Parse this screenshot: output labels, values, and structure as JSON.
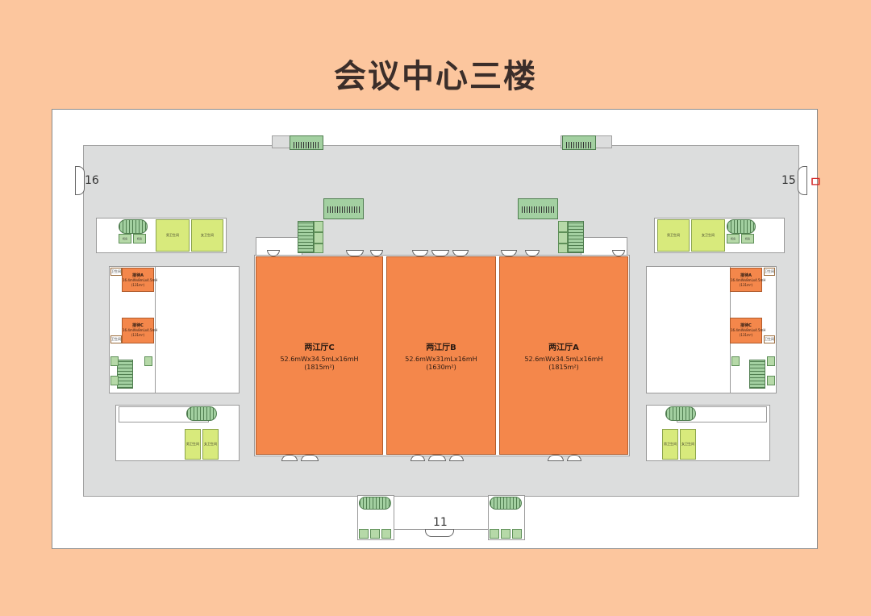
{
  "page": {
    "title": "会议中心三楼"
  },
  "halls": [
    {
      "name": "两江厅C",
      "dims": "52.6mWx34.5mLx16mH",
      "area": "(1815m²)"
    },
    {
      "name": "两江厅B",
      "dims": "52.6mWx31mLx16mH",
      "area": "(1630m²)"
    },
    {
      "name": "两江厅A",
      "dims": "52.6mWx34.5mLx16mH",
      "area": "(1815m²)"
    }
  ],
  "small_rooms": {
    "left_a": {
      "name": "接待A",
      "dims": "16.4mWx8mLx4.5mH",
      "area": "(131m²)"
    },
    "left_c": {
      "name": "接待C",
      "dims": "16.4mWx8mLx4.5mH",
      "area": "(131m²)"
    },
    "right_a": {
      "name": "接待A",
      "dims": "16.4mWx8mLx4.5mH",
      "area": "(131m²)"
    },
    "right_c": {
      "name": "接待C",
      "dims": "16.4mWx8mLx4.5mH",
      "area": "(131m²)"
    }
  },
  "labels": {
    "toilet_m": "男卫生间",
    "toilet_f": "女卫生间",
    "storage": "储藏室",
    "small_cell": "机房",
    "tag": "卫生间"
  },
  "markers": {
    "left": "16",
    "right": "15",
    "bottom": "11",
    "edge_char": "ㅁ"
  },
  "colors": {
    "background": "#fcc69e",
    "hall": "#f4874b",
    "floor": "#dcdddd",
    "washroom": "#d8ea7c",
    "stair": "#a3d0a1",
    "edge_char": "#d22020"
  }
}
